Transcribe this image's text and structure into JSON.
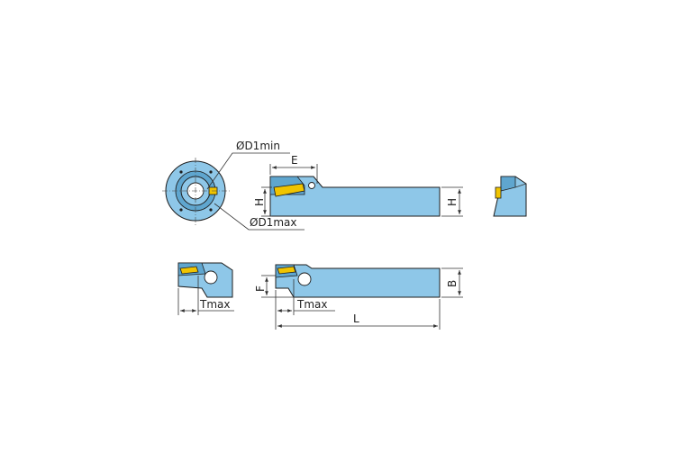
{
  "labels": {
    "d1min": "ØD1min",
    "d1max": "ØD1max",
    "e": "E",
    "h_front": "H",
    "h_shank": "H",
    "f": "F",
    "b": "B",
    "tmax_left": "Tmax",
    "tmax_right": "Tmax",
    "l": "L"
  },
  "colors": {
    "body": "#8ec7e8",
    "body_dark": "#5fa6cf",
    "insert": "#f0c400",
    "outline": "#1d1d1d"
  }
}
